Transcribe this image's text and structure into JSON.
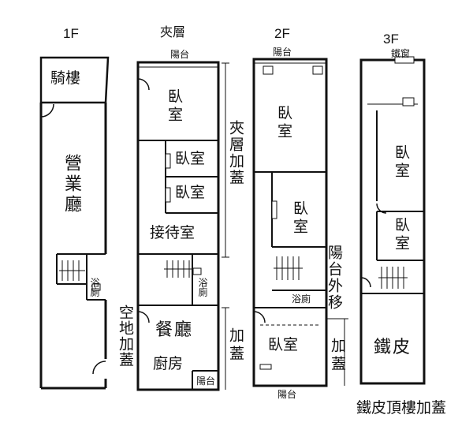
{
  "floors": {
    "f1": {
      "title": "1F",
      "arcade": "騎樓",
      "business_hall": "營業廳",
      "bath": "浴廁",
      "annex": "空地加蓋"
    },
    "mezzanine": {
      "title": "夾層",
      "balcony_top": "陽台",
      "bedroom_1": "臥室",
      "bedroom_2": "臥室",
      "bedroom_3": "臥室",
      "reception": "接待室",
      "bath": "浴廁",
      "dining": "餐廳",
      "kitchen": "廚房",
      "balcony_bottom": "陽台",
      "mezz_addition": "夾層加蓋",
      "addition": "加蓋"
    },
    "f2": {
      "title": "2F",
      "balcony_top": "陽台",
      "bedroom_1": "臥室",
      "bedroom_2": "臥室",
      "bath": "浴廁",
      "bedroom_3": "臥室",
      "balcony_out": "陽台外移",
      "addition": "加蓋",
      "balcony_bottom": "陽台"
    },
    "f3": {
      "title": "3F",
      "iron_window": "鐵窗",
      "bedroom_1": "臥室",
      "bedroom_2": "臥室",
      "tin": "鐵皮",
      "roof_addition": "鐵皮頂樓加蓋"
    }
  }
}
